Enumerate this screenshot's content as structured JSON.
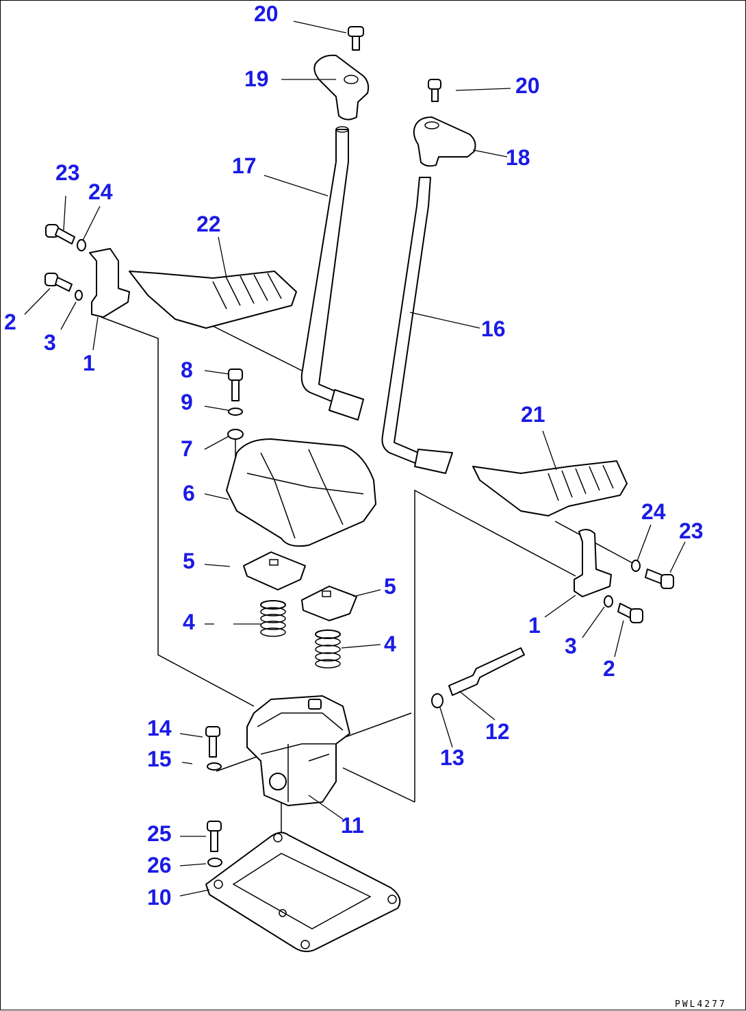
{
  "diagram": {
    "drawing_code": "PWL4277",
    "callouts": {
      "c20a": "20",
      "c19": "19",
      "c20b": "20",
      "c18": "18",
      "c17": "17",
      "c23a": "23",
      "c24a": "24",
      "c22": "22",
      "c2a": "2",
      "c3a": "3",
      "c1a": "1",
      "c16": "16",
      "c8": "8",
      "c9": "9",
      "c7": "7",
      "c21": "21",
      "c6": "6",
      "c24b": "24",
      "c23b": "23",
      "c5a": "5",
      "c5b": "5",
      "c4a": "4",
      "c1b": "1",
      "c3b": "3",
      "c4b": "4",
      "c2b": "2",
      "c14": "14",
      "c12": "12",
      "c15": "15",
      "c13": "13",
      "c11": "11",
      "c25": "25",
      "c26": "26",
      "c10": "10"
    }
  }
}
